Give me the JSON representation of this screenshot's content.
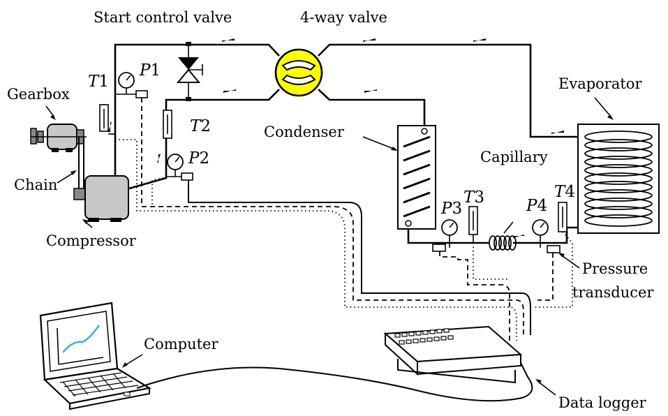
{
  "labels": {
    "start_control_valve": "Start control valve",
    "four_way_valve": "4-way valve",
    "evaporator": "Evaporator",
    "gearbox": "Gearbox",
    "condenser": "Condenser",
    "capillary": "Capillary",
    "chain": "Chain",
    "compressor": "Compressor",
    "pressure_transducer_line1": "Pressure",
    "pressure_transducer_line2": "transducer",
    "computer": "Computer",
    "data_logger": "Data logger"
  },
  "sensors": {
    "t1": {
      "letter": "T",
      "num": "1"
    },
    "p1": {
      "letter": "P",
      "num": "1"
    },
    "t2": {
      "letter": "T",
      "num": "2"
    },
    "p2": {
      "letter": "P",
      "num": "2"
    },
    "p3": {
      "letter": "P",
      "num": "3"
    },
    "t3": {
      "letter": "T",
      "num": "3"
    },
    "p4": {
      "letter": "P",
      "num": "4"
    },
    "t4": {
      "letter": "T",
      "num": "4"
    }
  },
  "colors": {
    "valve_fill": "#ffff00",
    "component_gray": "#c8c8c8",
    "screen_curve": "#3fa9e0"
  }
}
